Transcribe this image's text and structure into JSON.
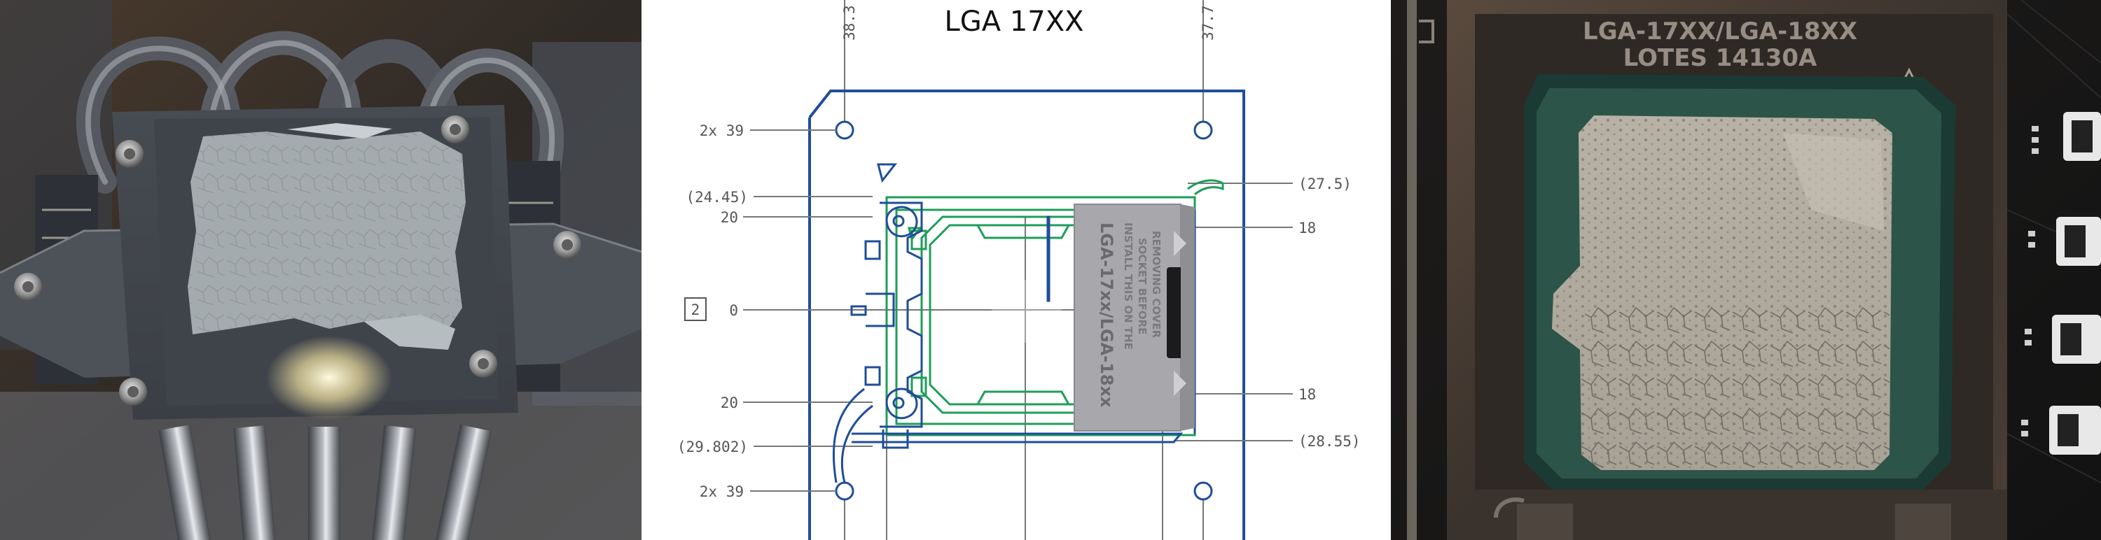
{
  "diagram": {
    "title": "LGA 17XX",
    "top_dims": [
      "38.3",
      "37.7"
    ],
    "left_labels": [
      "2x 39",
      "(24.45)",
      "20",
      "0",
      "20",
      "(29.802)",
      "2x 39"
    ],
    "right_labels": [
      "(27.5)",
      "18",
      "18",
      "(28.55)"
    ],
    "box_label": "2",
    "clip_text": [
      "LGA-17xx/LGA-18xx",
      "INSTALL THIS ON THE",
      "SOCKET BEFORE",
      "REMOVING COVER"
    ],
    "colors": {
      "outline": "#1f4e99",
      "green": "#1e9e5a",
      "cover": "#a8a8ac"
    }
  },
  "photo_right": {
    "marking_line1": "LGA-17XX/LGA-18XX",
    "marking_line2": "LOTES 14130A"
  }
}
